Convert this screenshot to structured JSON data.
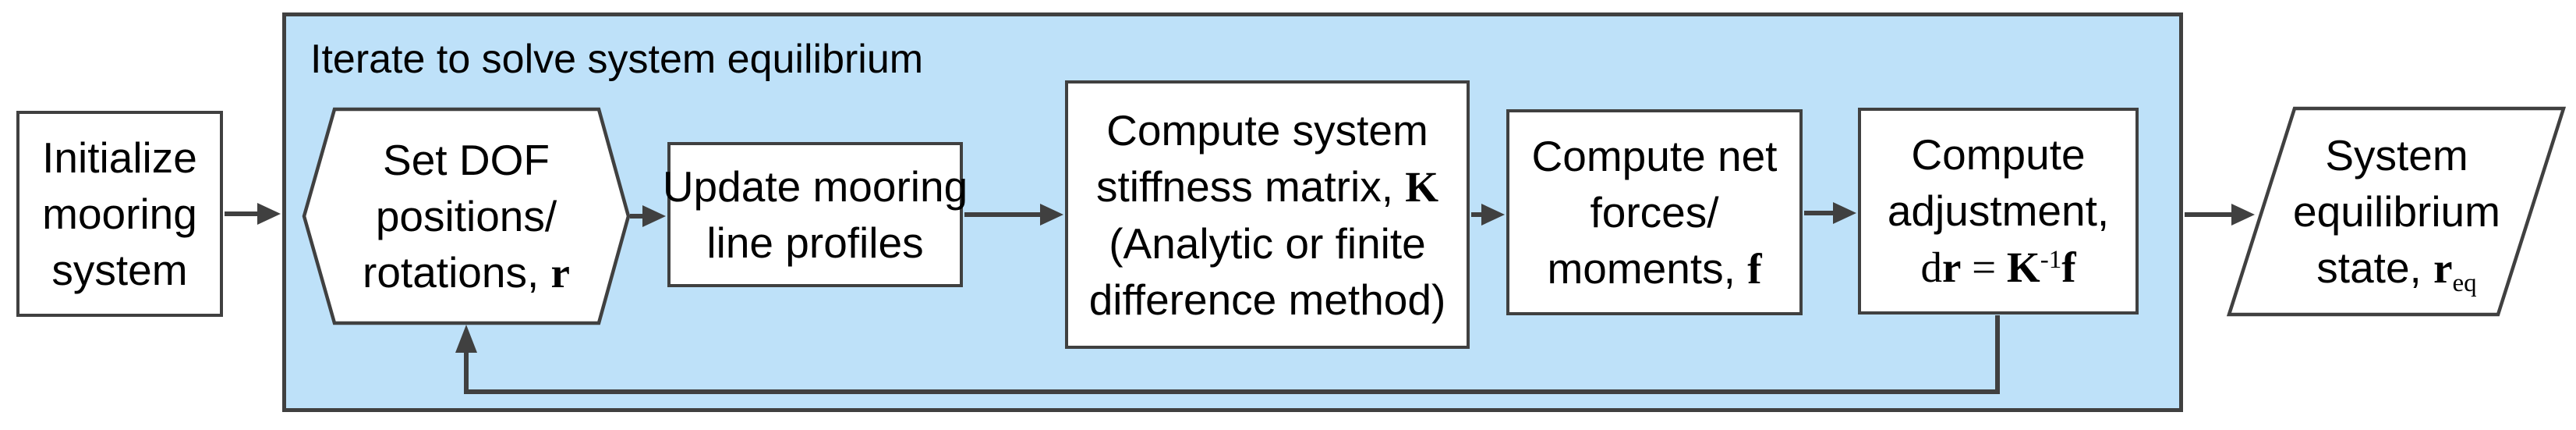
{
  "canvas": {
    "width": "3304",
    "height": "551"
  },
  "colors": {
    "background": "#ffffff",
    "container_fill": "#BEE1F9",
    "border": "#404040",
    "arrow": "#404040",
    "node_fill": "#ffffff",
    "text": "#000000"
  },
  "container": {
    "label": "Iterate to solve system equilibrium"
  },
  "nodes": {
    "initialize": {
      "shape": "rectangle",
      "line1": "Initialize",
      "line2": "mooring",
      "line3": "system"
    },
    "set_dof": {
      "shape": "hexagon",
      "line1": "Set DOF",
      "line2": "positions/",
      "line3_text": "rotations, ",
      "line3_math": "r"
    },
    "update_profiles": {
      "shape": "rectangle",
      "line1": "Update mooring",
      "line2": "line profiles"
    },
    "stiffness": {
      "shape": "rectangle",
      "line1": "Compute system",
      "line2_text": "stiffness matrix, ",
      "line2_math": "K",
      "line3": "(Analytic or finite",
      "line4": "difference method)"
    },
    "net_forces": {
      "shape": "rectangle",
      "line1": "Compute net",
      "line2": "forces/",
      "line3_text": "moments, ",
      "line3_math": "f"
    },
    "adjustment": {
      "shape": "rectangle",
      "line1": "Compute",
      "line2": "adjustment,",
      "eq_d": "d",
      "eq_r": "r",
      "eq_equals": " = ",
      "eq_K": "K",
      "eq_sup": "-1",
      "eq_f": "f"
    },
    "equilibrium_state": {
      "shape": "parallelogram",
      "line1": "System",
      "line2": "equilibrium",
      "line3_text": "state, ",
      "line3_math": "r",
      "line3_sub": "eq"
    }
  }
}
